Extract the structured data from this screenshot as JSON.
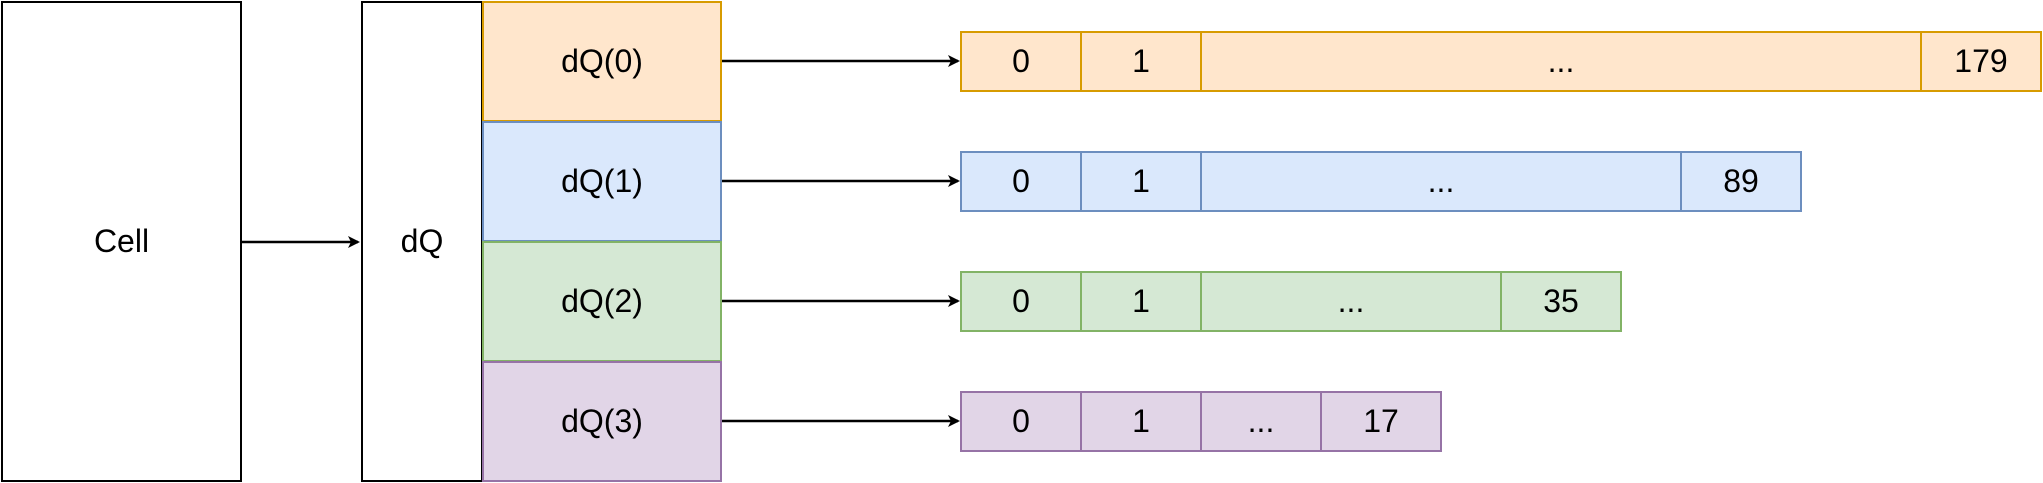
{
  "cell": {
    "label": "Cell"
  },
  "dq": {
    "label": "dQ"
  },
  "quantizers": [
    {
      "label": "dQ(0)",
      "fill": "#ffe6cc",
      "stroke": "#d79b00",
      "array": [
        "0",
        "1",
        "...",
        "179"
      ]
    },
    {
      "label": "dQ(1)",
      "fill": "#dae8fc",
      "stroke": "#6c8ebf",
      "array": [
        "0",
        "1",
        "...",
        "89"
      ]
    },
    {
      "label": "dQ(2)",
      "fill": "#d5e8d4",
      "stroke": "#82b366",
      "array": [
        "0",
        "1",
        "...",
        "35"
      ]
    },
    {
      "label": "dQ(3)",
      "fill": "#e1d5e7",
      "stroke": "#9673a6",
      "array": [
        "0",
        "1",
        "...",
        "17"
      ]
    }
  ]
}
